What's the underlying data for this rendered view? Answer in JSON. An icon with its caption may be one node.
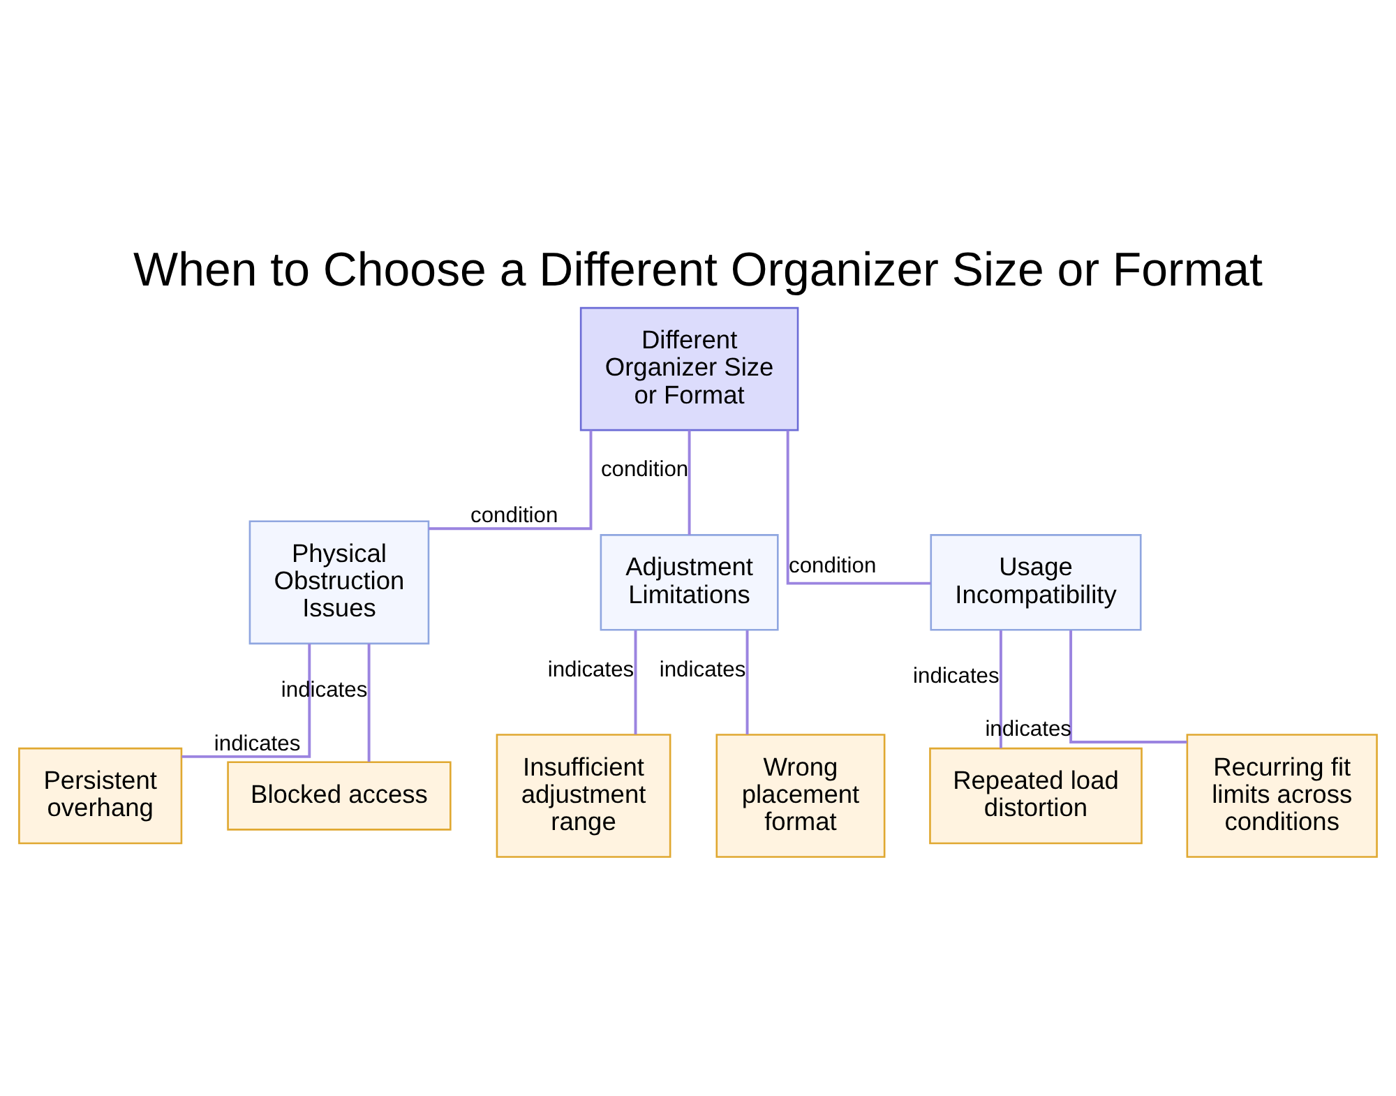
{
  "diagram": {
    "title": "When to Choose a Different Organizer Size or Format",
    "nodes": [
      {
        "text": [
          "Different Organizer Size or Format"
        ]
      },
      {
        "text": [
          "Physical Obstruction Issues"
        ]
      },
      {
        "text": [
          "Adjustment Limitations"
        ]
      },
      {
        "text": [
          "Usage Incompatibility"
        ]
      },
      {
        "text": [
          "Persistent overhang"
        ]
      },
      {
        "text": [
          "Blocked access"
        ]
      },
      {
        "text": [
          "Insufficient adjustment range"
        ]
      },
      {
        "text": [
          "Wrong placement format"
        ]
      },
      {
        "text": [
          "Repeated load distortion"
        ]
      },
      {
        "text": [
          "Recurring fit limits across conditions"
        ]
      }
    ],
    "edges": [
      {
        "from": 0,
        "to": 1,
        "arrow": "none",
        "label": "condition"
      },
      {
        "from": 0,
        "to": 2,
        "arrow": "none",
        "label": "condition"
      },
      {
        "from": 0,
        "to": 3,
        "arrow": "none",
        "label": "condition"
      },
      {
        "from": 1,
        "to": 4,
        "arrow": "none",
        "label": "indicates"
      },
      {
        "from": 1,
        "to": 5,
        "arrow": "none",
        "label": "indicates"
      },
      {
        "from": 2,
        "to": 6,
        "arrow": "none",
        "label": "indicates"
      },
      {
        "from": 2,
        "to": 7,
        "arrow": "none",
        "label": "indicates"
      },
      {
        "from": 3,
        "to": 8,
        "arrow": "none",
        "label": "indicates"
      },
      {
        "from": 3,
        "to": 9,
        "arrow": "none",
        "label": "indicates"
      }
    ]
  }
}
